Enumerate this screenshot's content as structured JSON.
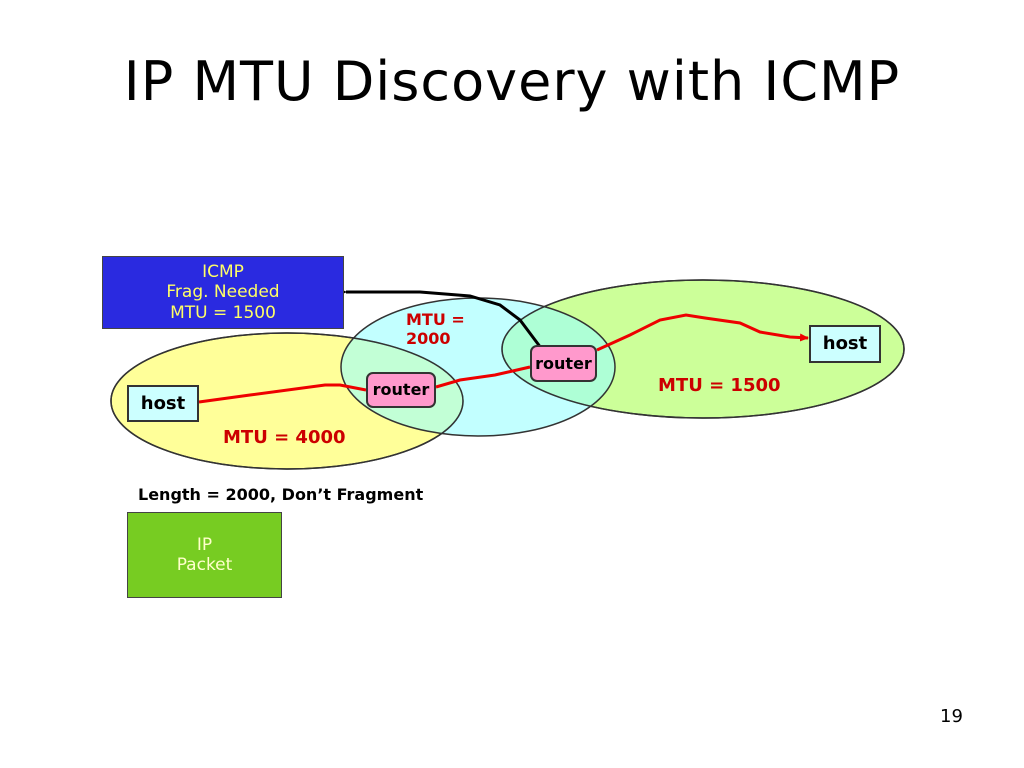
{
  "slide": {
    "title": "IP MTU Discovery with ICMP",
    "page_number": "19"
  },
  "icmp_message": {
    "line1": "ICMP",
    "line2": "Frag. Needed",
    "line3": "MTU = 1500"
  },
  "networks": {
    "left_label": "MTU = 4000",
    "middle_label_line1": "MTU =",
    "middle_label_line2": "2000",
    "right_label": "MTU = 1500"
  },
  "nodes": {
    "host_left": "host",
    "host_right": "host",
    "router_left": "router",
    "router_right": "router"
  },
  "packet": {
    "caption": "Length = 2000, Don’t Fragment",
    "line1": "IP",
    "line2": "Packet"
  },
  "colors": {
    "left_network": "#ffff99",
    "middle_network": "#99ffff",
    "right_network": "#ccff99",
    "path_line": "#ee0000",
    "icmp_box": "#2a2ae0",
    "icmp_text": "#ffff66",
    "router": "#ff99cc",
    "host": "#ccffff",
    "packet": "#77cc22"
  }
}
